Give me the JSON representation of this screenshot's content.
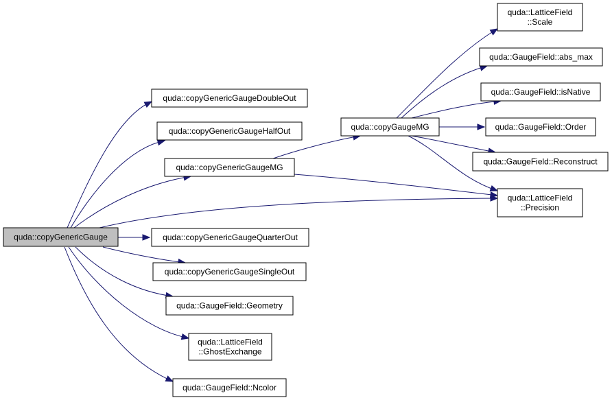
{
  "colors": {
    "edge": "#191970",
    "node_fill": "#ffffff",
    "node_border": "#000000",
    "root_fill": "#bfbfbf"
  },
  "nodes": [
    {
      "id": "root",
      "lines": [
        "quda::copyGenericGauge"
      ],
      "highlighted": true
    },
    {
      "id": "doubleout",
      "lines": [
        "quda::copyGenericGaugeDoubleOut"
      ]
    },
    {
      "id": "halfout",
      "lines": [
        "quda::copyGenericGaugeHalfOut"
      ]
    },
    {
      "id": "gaugemg",
      "lines": [
        "quda::copyGenericGaugeMG"
      ]
    },
    {
      "id": "quarterout",
      "lines": [
        "quda::copyGenericGaugeQuarterOut"
      ]
    },
    {
      "id": "singleout",
      "lines": [
        "quda::copyGenericGaugeSingleOut"
      ]
    },
    {
      "id": "geometry",
      "lines": [
        "quda::GaugeField::Geometry"
      ]
    },
    {
      "id": "ghostexchange",
      "lines": [
        "quda::LatticeField",
        "::GhostExchange"
      ]
    },
    {
      "id": "ncolor",
      "lines": [
        "quda::GaugeField::Ncolor"
      ]
    },
    {
      "id": "copygaugemg",
      "lines": [
        "quda::copyGaugeMG"
      ]
    },
    {
      "id": "precision",
      "lines": [
        "quda::LatticeField",
        "::Precision"
      ]
    },
    {
      "id": "scale",
      "lines": [
        "quda::LatticeField",
        "::Scale"
      ]
    },
    {
      "id": "absmax",
      "lines": [
        "quda::GaugeField::abs_max"
      ]
    },
    {
      "id": "isnative",
      "lines": [
        "quda::GaugeField::isNative"
      ]
    },
    {
      "id": "order",
      "lines": [
        "quda::GaugeField::Order"
      ]
    },
    {
      "id": "reconstruct",
      "lines": [
        "quda::GaugeField::Reconstruct"
      ]
    }
  ],
  "edges": [
    [
      "root",
      "doubleout"
    ],
    [
      "root",
      "halfout"
    ],
    [
      "root",
      "gaugemg"
    ],
    [
      "root",
      "precision"
    ],
    [
      "root",
      "quarterout"
    ],
    [
      "root",
      "singleout"
    ],
    [
      "root",
      "geometry"
    ],
    [
      "root",
      "ghostexchange"
    ],
    [
      "root",
      "ncolor"
    ],
    [
      "gaugemg",
      "copygaugemg"
    ],
    [
      "gaugemg",
      "precision"
    ],
    [
      "copygaugemg",
      "scale"
    ],
    [
      "copygaugemg",
      "absmax"
    ],
    [
      "copygaugemg",
      "isnative"
    ],
    [
      "copygaugemg",
      "order"
    ],
    [
      "copygaugemg",
      "reconstruct"
    ],
    [
      "copygaugemg",
      "precision"
    ]
  ]
}
